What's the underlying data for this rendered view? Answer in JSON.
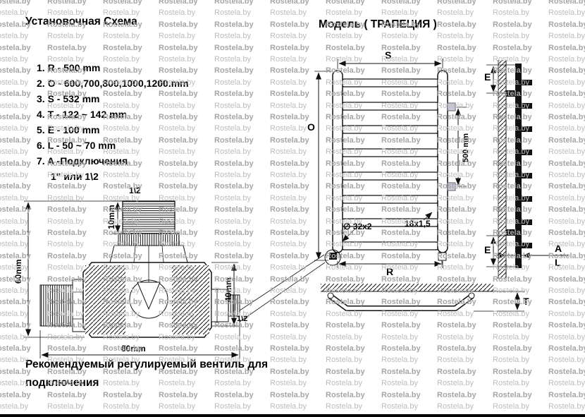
{
  "watermark": {
    "text": "Rostela.by"
  },
  "left": {
    "title": "Установочная Схема",
    "items": [
      "1. R - 500 mm",
      "2. O - 600,700,800,1000,1200.mm",
      "3. S - 532 mm",
      "4. T - 122 ~ 142 mm",
      "5. E - 100 mm",
      "6. L - 50 ~ 70 mm",
      "7. A -Подключения",
      "1\" или 1\\2"
    ],
    "valve": {
      "half_top": "1\\2",
      "d10": "10mm",
      "d60": "60mm",
      "d40": "40mm",
      "d80": "80mm",
      "half_right": "1\\2"
    },
    "footer1": "Рекомендуемый регулируемый вентиль для",
    "footer2": "подключения"
  },
  "right": {
    "title": "Модель ( ТРАПЕЦИЯ )",
    "dims": {
      "s": "S",
      "o": "O",
      "r": "R",
      "e": "E",
      "a": "A",
      "l": "L",
      "t": "T",
      "h500": "500 mm",
      "d32": "∅ 32x2",
      "d18": "18x1,5"
    }
  }
}
